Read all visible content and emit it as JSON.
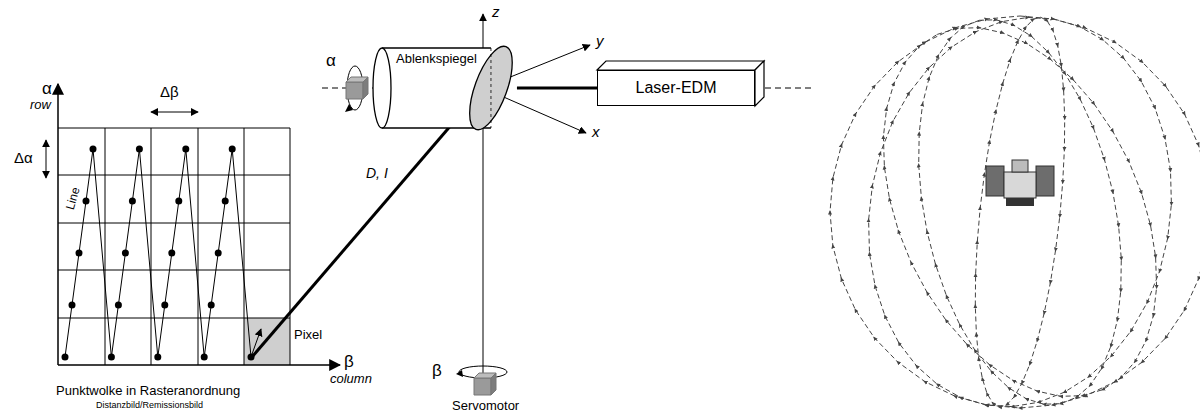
{
  "diagram": {
    "nodes": [
      {
        "text": [
          "Ablenkspiegel"
        ]
      },
      {
        "text": [
          "Laser-EDM"
        ]
      }
    ],
    "edges": [
      {
        "from": 1,
        "to": 0,
        "arrow": "none"
      }
    ],
    "labels": [
      "α",
      "row",
      "Δβ",
      "Δα",
      "Line",
      "Pixel",
      "β",
      "column",
      "Punktwolke in Rasteranordnung",
      "Distanzbild/Remissionsbild",
      "D, I",
      "z",
      "y",
      "x",
      "α",
      "β",
      "Servomotor"
    ]
  }
}
